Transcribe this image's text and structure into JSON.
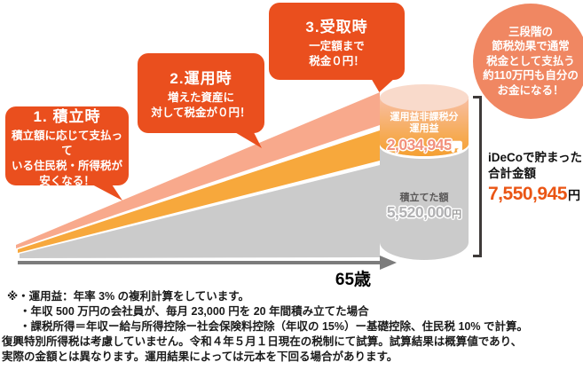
{
  "steps": [
    {
      "title": "1. 積立時",
      "body": "積立額に応じて支払って\nいる住民税・所得税が\n安くなる！"
    },
    {
      "title": "2.運用時",
      "body": "増えた資産に\n対して税金が０円！"
    },
    {
      "title": "3.受取時",
      "body": "一定額まで\n税金０円！"
    }
  ],
  "highlight_badge": {
    "text": "三段階の\n節税効果で通常\n税金として支払う\n約110万円も自分の\nお金になる！"
  },
  "chart": {
    "axis_label": "65歳",
    "cylinder": {
      "gain": {
        "label": "運用益非課税分\n運用益",
        "amount": "2,034,945",
        "unit": "円"
      },
      "principal": {
        "label": "積立てた額",
        "amount": "5,520,000",
        "unit": "円"
      }
    },
    "total": {
      "label": "iDeCoで貯まった\n合計金額",
      "amount": "7,550,945",
      "unit": "円"
    }
  },
  "footnotes": [
    "※・運用益：年率 3% の複利計算をしています。",
    "・年収 500 万円の会社員が、毎月 23,000 円を 20 年間積み立てた場合",
    "・課税所得＝年収ー給与所得控除ー社会保険料控除（年収の 15%）ー基礎控除、住民税 10% で計算。",
    "復興特別所得税は考慮していません。令和４年５月１日現在の税制にて試算。試算結果は概算値であり、",
    "実際の金額とは異なります。運用結果によっては元本を下回る場合があります。"
  ],
  "colors": {
    "bubble": "#EA4F1E",
    "badge": "#F08762",
    "wedge_nontaxable": "#F8A98C",
    "wedge_gain": "#F7A83C",
    "wedge_principal": "#CBCBCB",
    "cylinder_top": "#F9DACB",
    "cylinder_gain_band": "#F5A032",
    "gain_amount_text": "#F2917C",
    "principal_amount_text": "#B1B1B3",
    "total_amount_text": "#EA5514",
    "axis": "#7C7C7C",
    "bracket": "#3E3A39"
  }
}
